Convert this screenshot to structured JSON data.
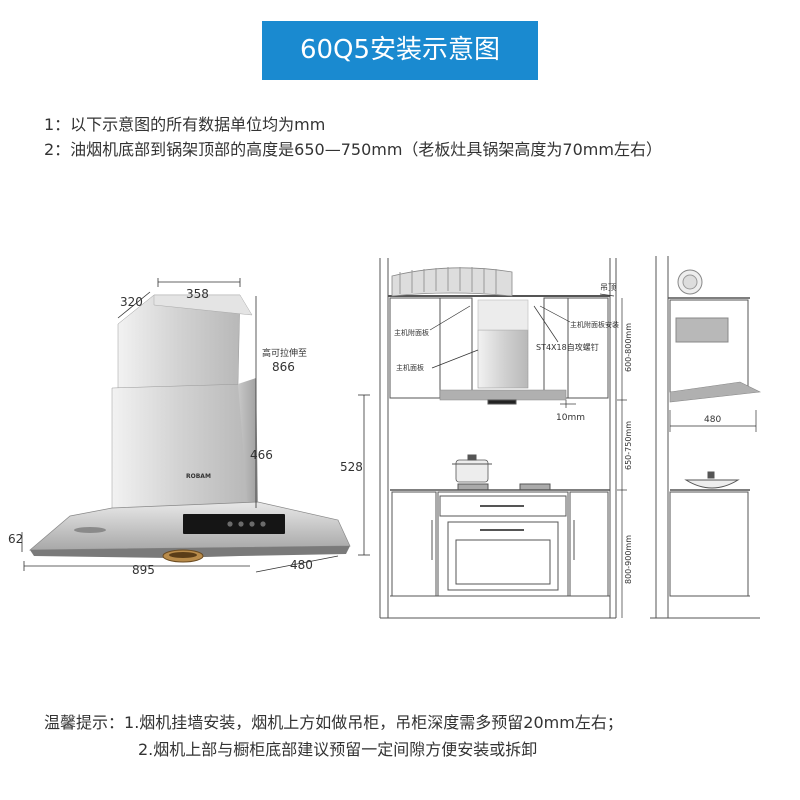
{
  "title": "60Q5安装示意图",
  "colors": {
    "banner": "#1a8ad0",
    "hood_steel": "#cfcfcf",
    "cabinet_line": "#555555"
  },
  "notes": [
    "1：以下示意图的所有数据单位均为mm",
    "2：油烟机底部到锅架顶部的高度是650—750mm（老板灶具锅架高度为70mm左右）"
  ],
  "hood_dimensions": {
    "top_depth": "320",
    "top_width": "358",
    "max_height_label": "高可拉伸至",
    "max_height": "866",
    "chimney_height": "466",
    "total_height": "528",
    "body_height": "62",
    "body_width": "895",
    "body_depth": "480",
    "brand": "ROBAM"
  },
  "front_view": {
    "ceiling": "吊顶",
    "panel_left_top": "主机附面板",
    "panel_left_mid": "主机面板",
    "panel_right": "主机附面板安装",
    "screw": "ST4X18自攻螺钉",
    "cabinet_height": "600-800mm",
    "gap": "10mm",
    "install_height": "650-750mm",
    "counter_height": "800-900mm"
  },
  "side_view": {
    "depth": "480"
  },
  "tips": {
    "prefix": "温馨提示：",
    "line1": "1.烟机挂墙安装，烟机上方如做吊柜，吊柜深度需多预留20mm左右；",
    "line2": "2.烟机上部与橱柜底部建议预留一定间隙方便安装或拆卸"
  }
}
